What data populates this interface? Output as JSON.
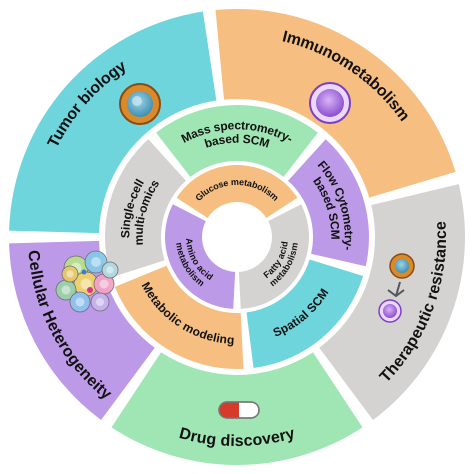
{
  "outer": [
    {
      "label": "Tumor biology",
      "color": "#6fd5dc",
      "icon": "tumor-cell-icon"
    },
    {
      "label": "Immunometabolism",
      "color": "#f6be80",
      "icon": "immune-cell-icon"
    },
    {
      "label": "Therapeutic resistance",
      "color": "#d5d2d2",
      "icon": "drug-resistance-icon"
    },
    {
      "label": "Drug discovery",
      "color": "#9fe6b4",
      "icon": "pill-capsule-icon"
    },
    {
      "label": "Cellular Heterogeneity",
      "color": "#bd9ae8",
      "icon": "cell-cluster-icon"
    }
  ],
  "middle": [
    {
      "label": [
        "Mass spectrometry-",
        "based SCM"
      ],
      "color": "#9fe6b4"
    },
    {
      "label": [
        "Flow Cytometry-",
        "based SCM"
      ],
      "color": "#bd9ae8"
    },
    {
      "label": [
        "Spatial SCM"
      ],
      "color": "#6fd5dc"
    },
    {
      "label": [
        "Metabolic modeling"
      ],
      "color": "#f6be80"
    },
    {
      "label": [
        "Single-cell",
        "multi-omics"
      ],
      "color": "#d5d2d2"
    }
  ],
  "inner": [
    {
      "label": [
        "Glucose metabolism"
      ],
      "color": "#f6be80"
    },
    {
      "label": [
        "Fatty acid",
        "metabolism"
      ],
      "color": "#d5d2d2"
    },
    {
      "label": [
        "Amino acid",
        "metabolism"
      ],
      "color": "#bd9ae8"
    }
  ]
}
